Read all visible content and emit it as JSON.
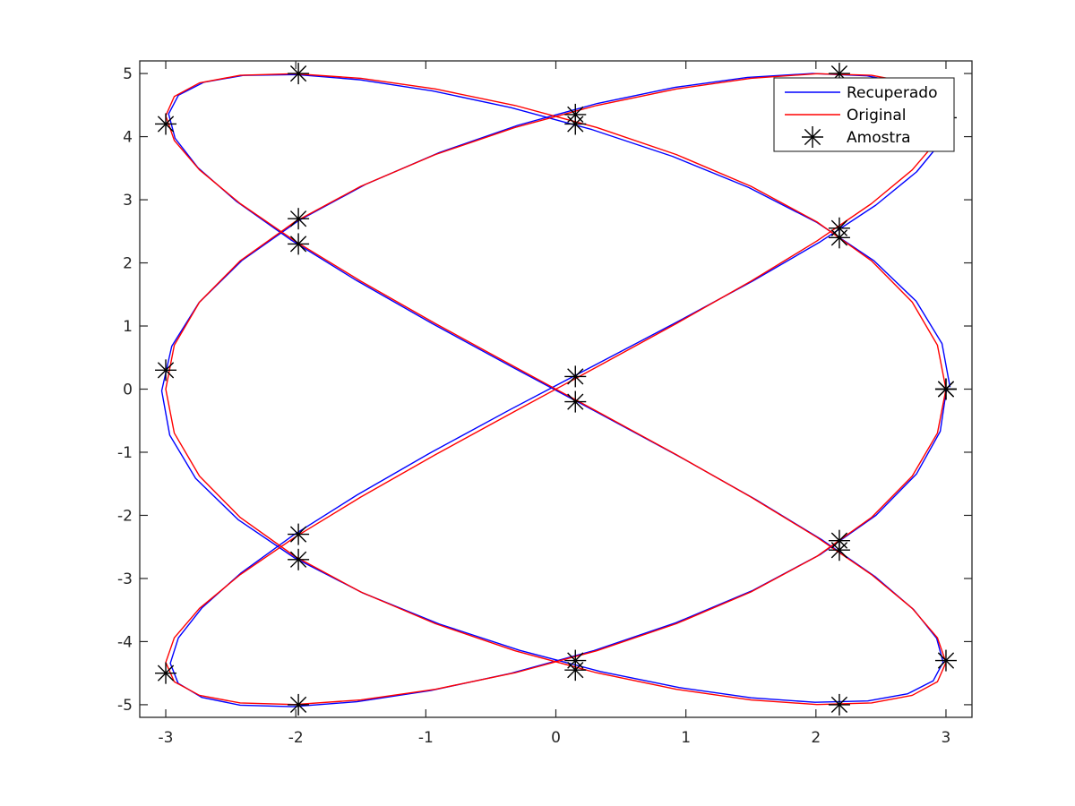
{
  "chart_data": {
    "type": "line",
    "title": "",
    "xlabel": "",
    "ylabel": "",
    "xlim": [
      -3.2,
      3.2
    ],
    "ylim": [
      -5.2,
      5.2
    ],
    "grid": false,
    "legend_position": "top-right",
    "xticks": [
      -3,
      -2,
      -1,
      0,
      1,
      2,
      3
    ],
    "xtick_labels": [
      "-3",
      "-2",
      "-1",
      "0",
      "1",
      "2",
      "3"
    ],
    "yticks": [
      -5,
      -4,
      -3,
      -2,
      -1,
      0,
      1,
      2,
      3,
      4,
      5
    ],
    "ytick_labels": [
      "-5",
      "-4",
      "-3",
      "-2",
      "-1",
      "0",
      "1",
      "2",
      "3",
      "4",
      "5"
    ],
    "curve": {
      "x_amplitude": 3,
      "y_amplitude": 5,
      "x_frequency": 3,
      "y_frequency": 2,
      "x_phase_deg": 90
    },
    "series": [
      {
        "name": "Recuperado",
        "color": "#0000ff",
        "kind": "line",
        "samples": 90,
        "noise": 0.035
      },
      {
        "name": "Original",
        "color": "#ff0000",
        "kind": "line",
        "samples": 90,
        "noise": 0
      },
      {
        "name": "Amostra",
        "color": "#000000",
        "kind": "marker",
        "marker": "asterisk",
        "points": [
          [
            3.0,
            0.0
          ],
          [
            2.18,
            2.4
          ],
          [
            0.15,
            4.2
          ],
          [
            -1.98,
            5.0
          ],
          [
            -3.0,
            4.2
          ],
          [
            -1.98,
            2.3
          ],
          [
            0.15,
            0.2
          ],
          [
            2.18,
            -2.4
          ],
          [
            3.0,
            -4.3
          ],
          [
            2.18,
            -5.0
          ],
          [
            0.15,
            -4.3
          ],
          [
            -1.98,
            -2.3
          ],
          [
            -3.0,
            0.3
          ],
          [
            -1.98,
            2.7
          ],
          [
            0.15,
            4.35
          ],
          [
            2.18,
            5.0
          ],
          [
            3.0,
            4.3
          ],
          [
            2.18,
            2.55
          ],
          [
            0.15,
            -0.2
          ],
          [
            -1.98,
            -2.7
          ],
          [
            -3.0,
            -4.5
          ],
          [
            -1.98,
            -5.0
          ],
          [
            0.15,
            -4.45
          ],
          [
            2.18,
            -2.55
          ],
          [
            3.0,
            0.0
          ]
        ]
      }
    ]
  }
}
